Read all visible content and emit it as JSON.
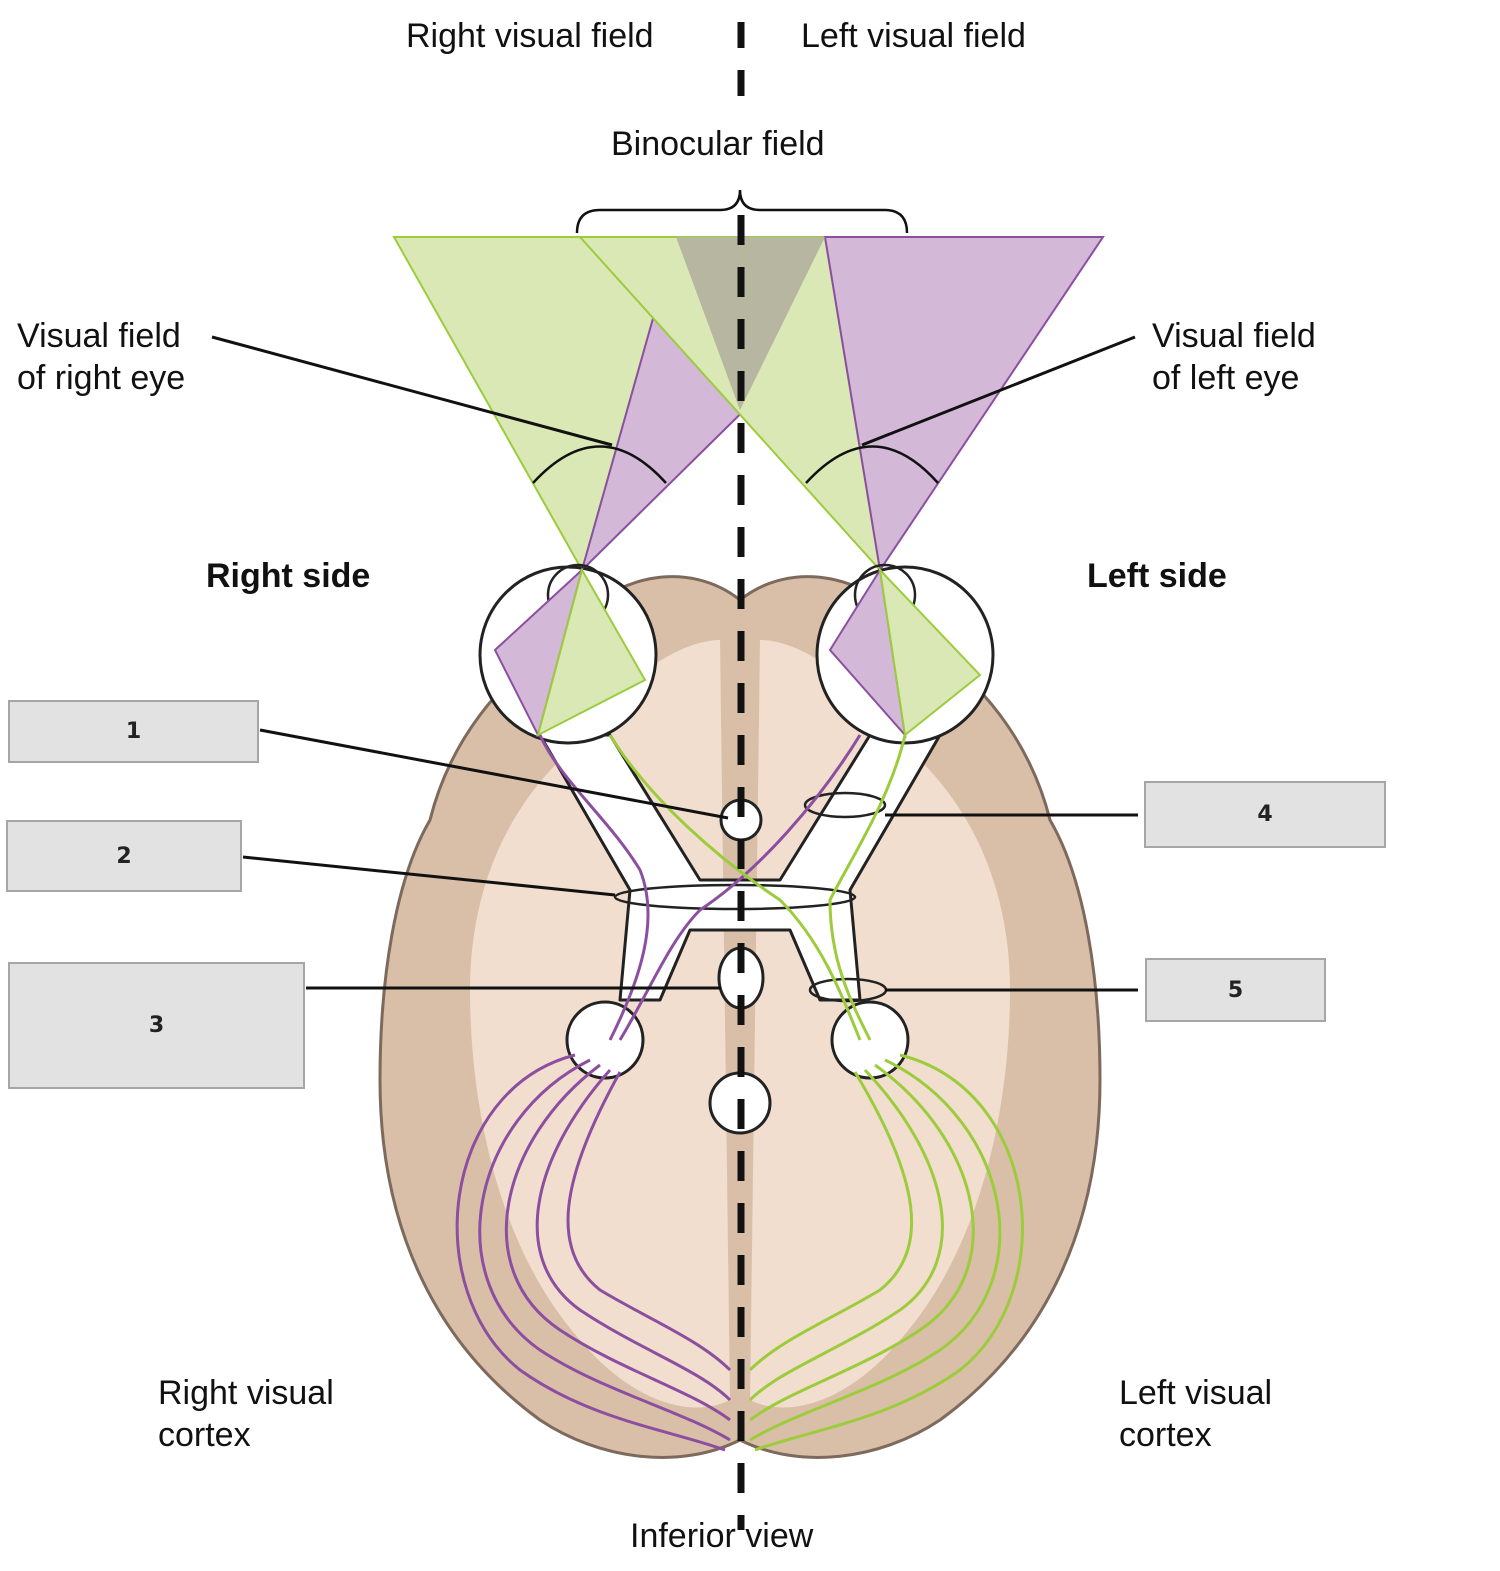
{
  "labels": {
    "right_visual_field": "Right visual field",
    "left_visual_field": "Left visual field",
    "binocular_field": "Binocular field",
    "visual_field_right_eye": "Visual field\nof right eye",
    "visual_field_left_eye": "Visual field\nof left eye",
    "right_side": "Right side",
    "left_side": "Left side",
    "right_visual_cortex": "Right visual\ncortex",
    "left_visual_cortex": "Left visual\ncortex",
    "inferior_view": "Inferior view"
  },
  "answer_boxes": [
    {
      "number": "1"
    },
    {
      "number": "2"
    },
    {
      "number": "3"
    },
    {
      "number": "4"
    },
    {
      "number": "5"
    }
  ],
  "colors": {
    "green_field": "#d9e8b4",
    "purple_field": "#d3b8d8",
    "overlap_field": "#b7b6a0",
    "green_fiber": "#9ccc3c",
    "purple_fiber": "#8c4fa0",
    "brain_outer": "#d9bfa8",
    "brain_inner": "#f3e1d3",
    "brain_outline": "#7d6a5d"
  }
}
